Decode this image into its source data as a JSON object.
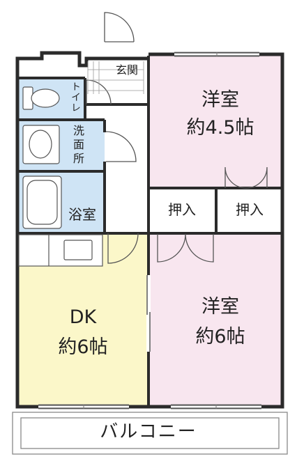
{
  "rooms": {
    "western_top": {
      "name": "洋室",
      "size": "約4.5帖"
    },
    "western_bottom": {
      "name": "洋室",
      "size": "約6帖"
    },
    "dk": {
      "name": "DK",
      "size": "約6帖"
    },
    "closet_left": {
      "name": "押入"
    },
    "closet_right": {
      "name": "押入"
    },
    "bath": {
      "name": "浴室"
    },
    "washroom": {
      "name": "洗面所"
    },
    "toilet": {
      "name": "トイレ"
    },
    "entrance": {
      "name": "玄関"
    },
    "balcony": {
      "name": "バルコニー"
    }
  },
  "colors": {
    "western_fill": "#f8e6ef",
    "dk_fill": "#fbf7c9",
    "wet_fill": "#cfe4f5",
    "wall": "#2b2b2b",
    "balcony_line": "#888888"
  }
}
